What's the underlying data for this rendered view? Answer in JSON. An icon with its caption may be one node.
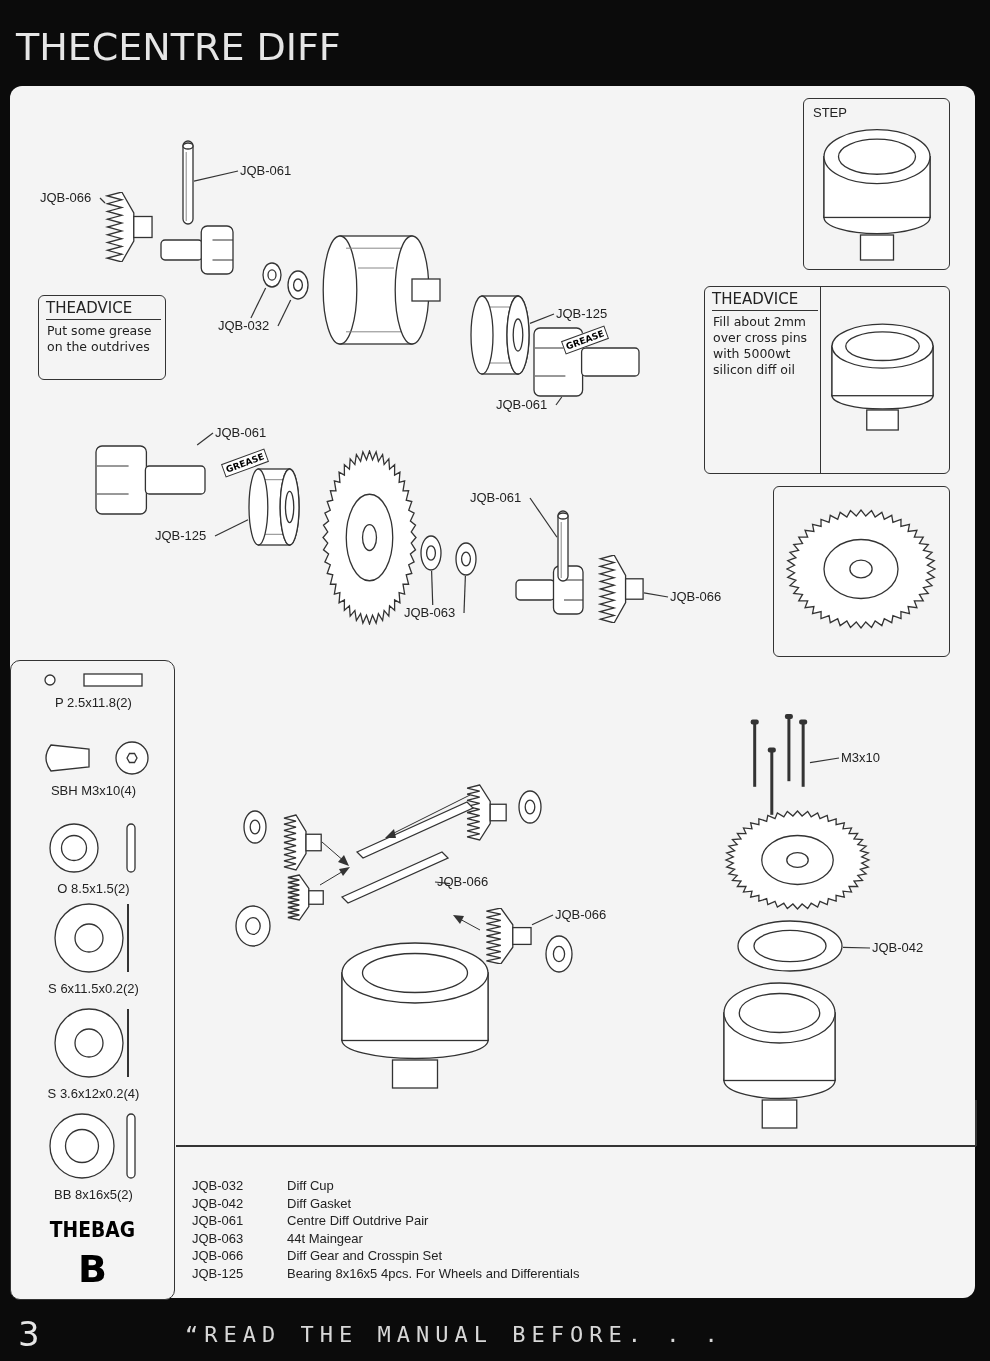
{
  "diagram": {
    "title": "THECENTRE DIFF",
    "nodes": [
      {
        "text": [
          "STEP"
        ]
      },
      {
        "text": [
          "THEADVICE",
          "Fill about 2mm over cross pins with 5000wt silicon diff oil"
        ]
      },
      {
        "text": [],
        "shape": "picture"
      },
      {
        "text": [
          "THEADVICE",
          "Put some grease on the outdrives"
        ]
      },
      {
        "text": [
          "THEBAG",
          "B"
        ]
      },
      {
        "text": [
          "P 2.5x11.8(2)"
        ],
        "in": 4
      },
      {
        "text": [
          "SBH M3x10(4)"
        ],
        "in": 4
      },
      {
        "text": [
          "O 8.5x1.5(2)"
        ],
        "in": 4
      },
      {
        "text": [
          "S 6x11.5x0.2(2)"
        ],
        "in": 4
      },
      {
        "text": [
          "S 3.6x12x0.2(4)"
        ],
        "in": 4
      },
      {
        "text": [
          "BB 8x16x5(2)"
        ],
        "in": 4
      },
      {
        "text": [
          "JQB-066"
        ]
      },
      {
        "text": [],
        "shape": "picture"
      },
      {
        "text": [
          "JQB-061"
        ]
      },
      {
        "text": [],
        "shape": "picture"
      },
      {
        "text": [
          "JQB-032"
        ]
      },
      {
        "text": [],
        "shape": "picture"
      },
      {
        "text": [],
        "shape": "picture"
      },
      {
        "text": [],
        "shape": "picture"
      },
      {
        "text": [
          "JQB-125"
        ]
      },
      {
        "text": [],
        "shape": "picture"
      },
      {
        "text": [
          "JQB-061"
        ]
      },
      {
        "text": [],
        "shape": "picture"
      },
      {
        "text": [
          "JQB-061"
        ]
      },
      {
        "text": [],
        "shape": "picture"
      },
      {
        "text": [
          "JQB-125"
        ]
      },
      {
        "text": [],
        "shape": "picture"
      },
      {
        "text": [
          "JQB-061"
        ]
      },
      {
        "text": [],
        "shape": "picture"
      },
      {
        "text": [
          "JQB-063"
        ]
      },
      {
        "text": [],
        "shape": "picture"
      },
      {
        "text": [],
        "shape": "picture"
      },
      {
        "text": [],
        "shape": "picture"
      },
      {
        "text": [
          "JQB-066"
        ]
      },
      {
        "text": [],
        "shape": "picture"
      },
      {
        "text": [
          "JQB-066"
        ]
      },
      {
        "text": [],
        "shape": "picture"
      },
      {
        "text": [
          "JQB-066"
        ]
      },
      {
        "text": [],
        "shape": "picture"
      },
      {
        "text": [
          "M3x10"
        ]
      },
      {
        "text": [],
        "shape": "picture"
      },
      {
        "text": [
          "JQB-042"
        ]
      },
      {
        "text": [],
        "shape": "picture"
      }
    ],
    "edges": [
      {
        "from": 11,
        "to": 12,
        "arrow": "none"
      },
      {
        "from": 13,
        "to": 14,
        "arrow": "none"
      },
      {
        "from": 15,
        "to": 16,
        "arrow": "none"
      },
      {
        "from": 15,
        "to": 17,
        "arrow": "none"
      },
      {
        "from": 19,
        "to": 20,
        "arrow": "none"
      },
      {
        "from": 21,
        "to": 22,
        "arrow": "none"
      },
      {
        "from": 23,
        "to": 24,
        "arrow": "none"
      },
      {
        "from": 25,
        "to": 26,
        "arrow": "none"
      },
      {
        "from": 27,
        "to": 28,
        "arrow": "none"
      },
      {
        "from": 29,
        "to": 30,
        "arrow": "none"
      },
      {
        "from": 29,
        "to": 31,
        "arrow": "none"
      },
      {
        "from": 33,
        "to": 34,
        "arrow": "none"
      },
      {
        "from": 35,
        "to": 36,
        "arrow": "none"
      },
      {
        "from": 37,
        "to": 38,
        "arrow": "none"
      },
      {
        "from": 39,
        "to": 40,
        "arrow": "none"
      },
      {
        "from": 41,
        "to": 42,
        "arrow": "none"
      }
    ],
    "labels": [
      "GREASE",
      "GREASE",
      "JQB-032",
      "Diff Cup",
      "JQB-042",
      "Diff Gasket",
      "JQB-061",
      "Centre Diff Outdrive Pair",
      "JQB-063",
      "44t Maingear",
      "JQB-066",
      "Diff Gear and Crosspin Set",
      "JQB-125",
      "Bearing 8x16x5 4pcs. For Wheels and Differentials",
      "3",
      "“READ THE MANUAL BEFORE. . ."
    ]
  }
}
